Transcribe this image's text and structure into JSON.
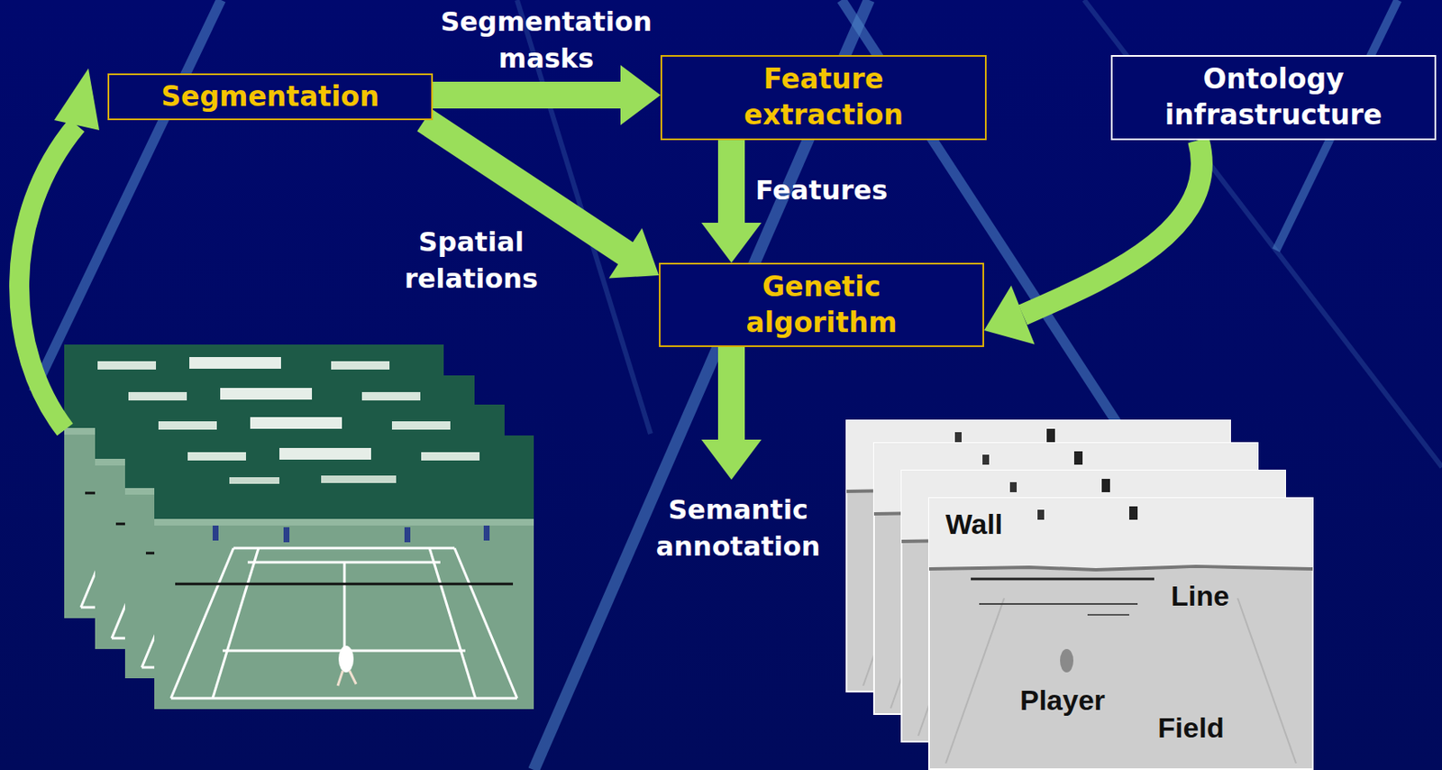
{
  "diagram": {
    "nodes": [
      {
        "text": [
          "Segmentation"
        ]
      },
      {
        "text": [
          "Feature extraction"
        ]
      },
      {
        "text": [
          "Ontology infrastructure"
        ]
      },
      {
        "text": [
          "Genetic algorithm"
        ]
      }
    ],
    "edges": [
      {
        "from": 0,
        "to": 1,
        "label": "Segmentation masks",
        "arrow": "to"
      },
      {
        "from": 0,
        "to": 3,
        "label": "Spatial relations",
        "arrow": "to"
      },
      {
        "from": 1,
        "to": 3,
        "label": "Features",
        "arrow": "to"
      },
      {
        "from": 2,
        "to": 3,
        "arrow": "to"
      }
    ],
    "labels": [
      "Semantic annotation",
      "Wall",
      "Line",
      "Player",
      "Field"
    ]
  }
}
